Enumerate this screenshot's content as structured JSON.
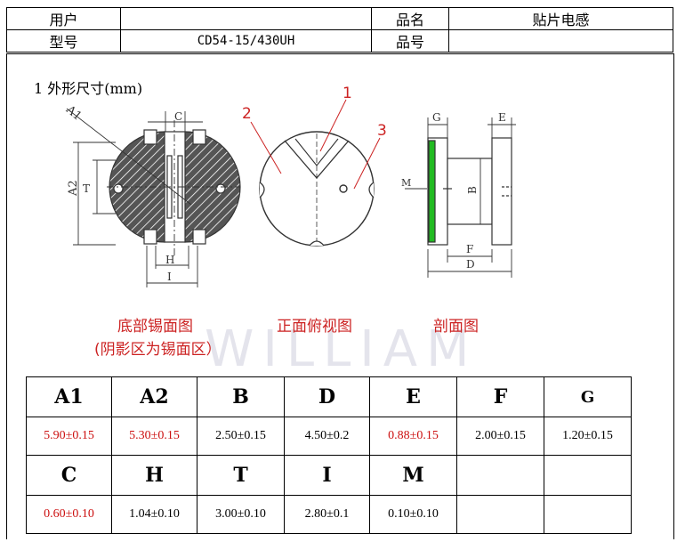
{
  "header": {
    "user_label": "用户",
    "user_value": "",
    "name_label": "品名",
    "name_value": "贴片电感",
    "model_label": "型号",
    "model_value": "CD54-15/430UH",
    "part_label": "品号",
    "part_value": ""
  },
  "section": {
    "title": "1  外形尺寸(mm)"
  },
  "drawing": {
    "callout_1": "1",
    "callout_2": "2",
    "callout_3": "3",
    "dim_A1": "A1",
    "dim_A2": "A2",
    "dim_C": "C",
    "dim_T": "T",
    "dim_H": "H",
    "dim_I": "I",
    "dim_G": "G",
    "dim_E": "E",
    "dim_M": "M",
    "dim_B": "B",
    "dim_F": "F",
    "dim_D": "D",
    "watermark": "WILLIAM"
  },
  "captions": {
    "bottom_line1": "底部锡面图",
    "bottom_line2": "(阴影区为锡面区）",
    "front": "正面俯视图",
    "section": "剖面图"
  },
  "dims": {
    "row1_labels": [
      "A1",
      "A2",
      "B",
      "D",
      "E",
      "F",
      "G"
    ],
    "row1_values": [
      "5.90±0.15",
      "5.30±0.15",
      "2.50±0.15",
      "4.50±0.2",
      "0.88±0.15",
      "2.00±0.15",
      "1.20±0.15"
    ],
    "row2_labels": [
      "C",
      "H",
      "T",
      "I",
      "M",
      "",
      ""
    ],
    "row2_values": [
      "0.60±0.10",
      "1.04±0.10",
      "3.00±0.10",
      "2.80±0.1",
      "0.10±0.10",
      "",
      ""
    ]
  },
  "colors": {
    "caption_red": "#cc2222",
    "value_red": "#cc1111",
    "tin_green": "#22bb22"
  }
}
